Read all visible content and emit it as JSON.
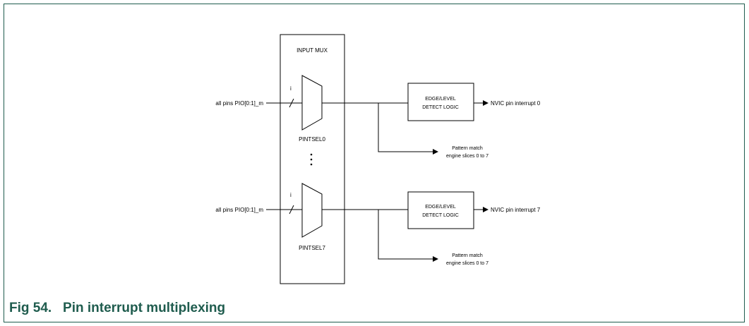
{
  "figure": {
    "caption": "Fig 54.   Pin interrupt multiplexing"
  },
  "mux": {
    "title": "INPUT MUX"
  },
  "channels": [
    {
      "input_label": "all pins PIO[0:1]_m",
      "bus_label": "i",
      "selector_label": "PINTSEL0",
      "detect_line1": "EDGE/LEVEL",
      "detect_line2": "DETECT LOGIC",
      "output_label": "NVIC pin interrupt 0",
      "pattern_line1": "Pattern match",
      "pattern_line2": "engine slices 0 to 7"
    },
    {
      "input_label": "all pins PIO[0:1]_m",
      "bus_label": "i",
      "selector_label": "PINTSEL7",
      "detect_line1": "EDGE/LEVEL",
      "detect_line2": "DETECT LOGIC",
      "output_label": "NVIC pin interrupt 7",
      "pattern_line1": "Pattern match",
      "pattern_line2": "engine slices 0 to 7"
    }
  ]
}
